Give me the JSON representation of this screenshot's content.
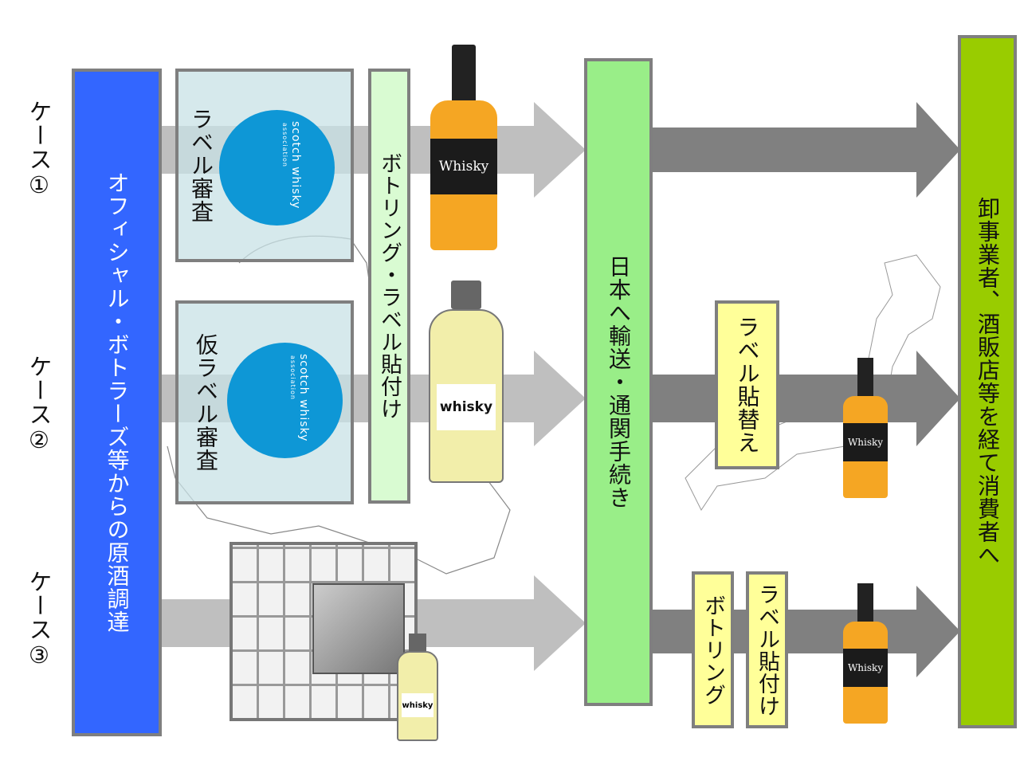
{
  "cases": [
    "ケース①",
    "ケース②",
    "ケース③"
  ],
  "source_box": "オフィシャル・ボトラーズ等からの原酒調達",
  "label_review": "ラベル審査",
  "provisional_label_review": "仮ラベル審査",
  "bottling_labeling": "ボトリング・ラベル貼付け",
  "transport_customs": "日本へ輸送・通関手続き",
  "label_replacement": "ラベル貼替え",
  "bottling": "ボトリング",
  "labeling": "ラベル貼付け",
  "distribution": "卸事業者、酒販店等を経て消費者へ",
  "logo_text": {
    "main": "scotch whisky",
    "sub": "association"
  },
  "bottle_labels": {
    "amber": "Whisky",
    "clear": "whisky"
  },
  "colors": {
    "source": "#3366ff",
    "transport": "#99ee88",
    "distribution": "#99cc00",
    "yellow": "#ffff99",
    "light_green": "#d9fbd2",
    "review": "#d6e9ec",
    "arrow_light": "#bfbfbf",
    "arrow_dark": "#808080",
    "logo": "#0e97d6"
  }
}
